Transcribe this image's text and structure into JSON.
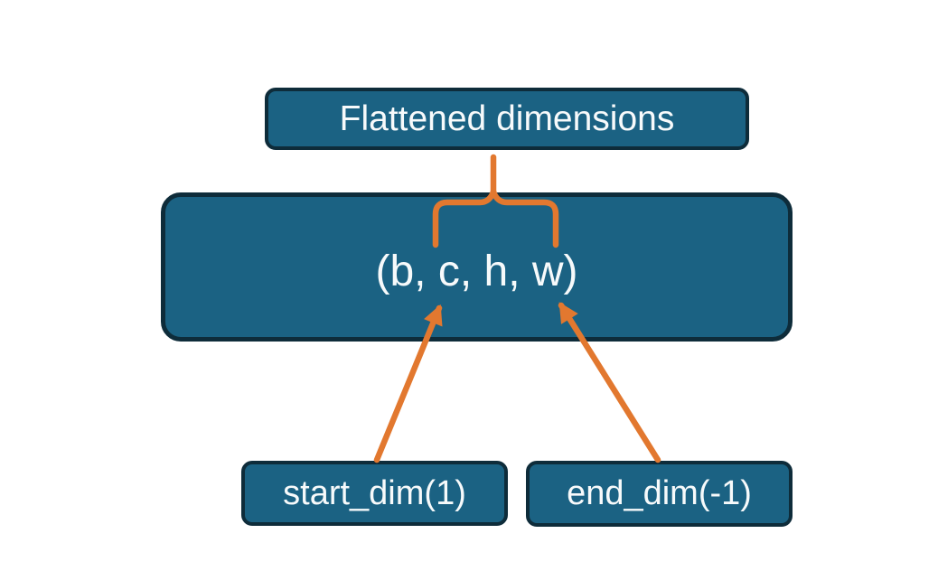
{
  "colors": {
    "background": "#ffffff",
    "node_fill": "#1b6283",
    "node_border": "#0e2c3a",
    "connector_orange": "#e2782f",
    "text": "#f7fafb"
  },
  "nodes": {
    "title": {
      "label": "Flattened dimensions"
    },
    "tensor": {
      "label": "(b, c, h, w)"
    },
    "start_dim": {
      "label": "start_dim(1)"
    },
    "end_dim": {
      "label": "end_dim(-1)"
    }
  }
}
